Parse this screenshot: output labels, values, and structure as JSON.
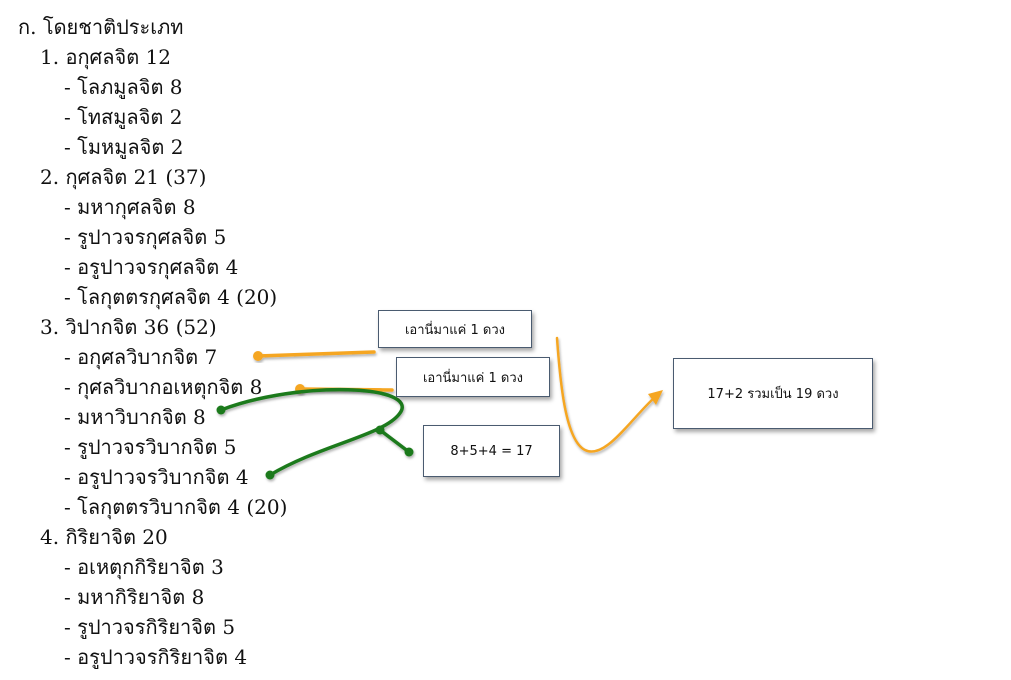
{
  "heading": "ก. โดยชาติประเภท",
  "groups": [
    {
      "title": "1. อกุศลจิต 12",
      "items": [
        "- โลภมูลจิต 8",
        "- โทสมูลจิต 2",
        "- โมหมูลจิต 2"
      ]
    },
    {
      "title": "2. กุศลจิต 21 (37)",
      "items": [
        "- มหากุศลจิต 8",
        "- รูปาวจรกุศลจิต 5",
        "- อรูปาวจรกุศลจิต 4",
        "- โลกุตตรกุศลจิต 4 (20)"
      ]
    },
    {
      "title": "3. วิปากจิต 36 (52)",
      "items": [
        "- อกุศลวิบากจิต 7",
        "- กุศลวิบากอเหตุกจิต 8",
        "- มหาวิบากจิต 8",
        "- รูปาวจรวิบากจิต 5",
        "- อรูปาวจรวิบากจิต 4",
        "- โลกุตตรวิบากจิต 4 (20)"
      ]
    },
    {
      "title": "4. กิริยาจิต 20",
      "items": [
        "- อเหตุกกิริยาจิต 3",
        "- มหากิริยาจิต 8",
        "- รูปาวจรกิริยาจิต 5",
        "- อรูปาวจรกิริยาจิต 4"
      ]
    }
  ],
  "annotations": {
    "take_one_a": "เอานี่มาแค่ 1 ดวง",
    "take_one_b": "เอานี่มาแค่ 1 ดวง",
    "sum": "8+5+4 = 17",
    "total": "17+2   รวมเป็น 19 ดวง"
  },
  "colors": {
    "orange": "#f5a623",
    "green": "#1a7a1a",
    "box_border": "#4a5b70"
  }
}
